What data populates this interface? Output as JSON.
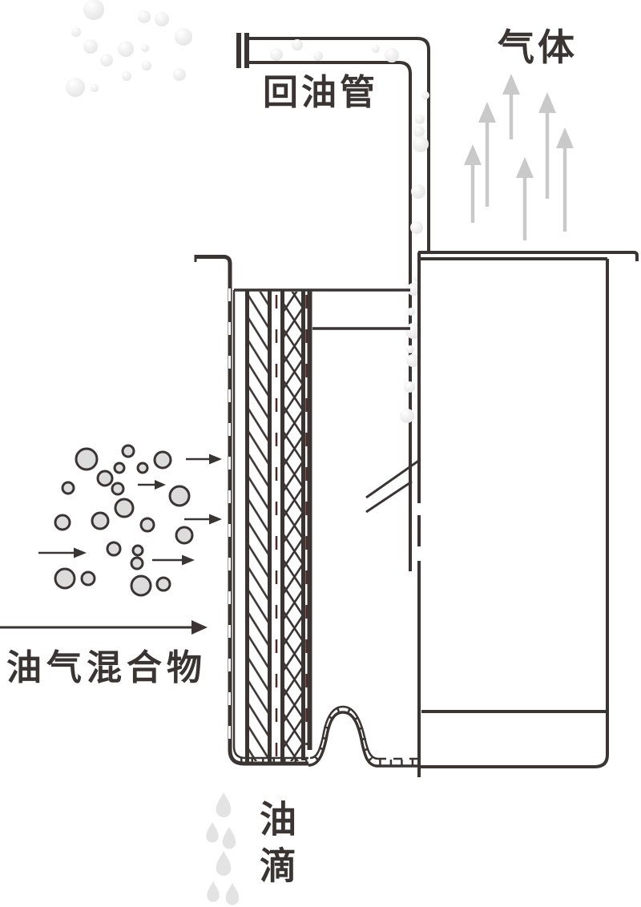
{
  "labels": {
    "return_pipe": "回油管",
    "gas": "气体",
    "oil_gas_mixture": "油气混合物",
    "oil_drops": "油滴"
  },
  "colors": {
    "background": "#ffffff",
    "ink": "#3a3432",
    "maroon_dash": "#4c2a26",
    "bubble_fill": "#e9e9e9",
    "bubble_stroke_fill": "#dcdcdc",
    "arrow_gray": "#c9c9c9",
    "droplet": "#e3e3e3"
  }
}
